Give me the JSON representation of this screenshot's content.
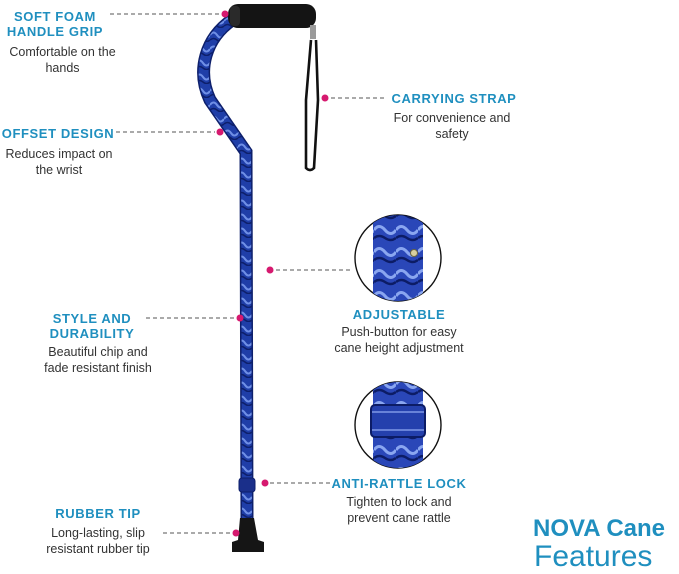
{
  "colors": {
    "accent": "#1f8fbf",
    "callout_dot": "#d6196f",
    "cane_blue": "#1f3ea8",
    "text": "#333333"
  },
  "features": [
    {
      "title_lines": [
        "SOFT FOAM",
        "HANDLE GRIP"
      ],
      "desc_lines": [
        "Comfortable on the",
        "hands"
      ]
    },
    {
      "title_lines": [
        "OFFSET DESIGN"
      ],
      "desc_lines": [
        "Reduces impact on",
        "the wrist"
      ]
    },
    {
      "title_lines": [
        "STYLE AND",
        "DURABILITY"
      ],
      "desc_lines": [
        "Beautiful chip and",
        "fade resistant finish"
      ]
    },
    {
      "title_lines": [
        "RUBBER TIP"
      ],
      "desc_lines": [
        "Long-lasting, slip",
        "resistant rubber tip"
      ]
    },
    {
      "title_lines": [
        "CARRYING STRAP"
      ],
      "desc_lines": [
        "For convenience and",
        "safety"
      ]
    },
    {
      "title_lines": [
        "ADJUSTABLE"
      ],
      "desc_lines": [
        "Push-button for easy",
        "cane height adjustment"
      ]
    },
    {
      "title_lines": [
        "ANTI-RATTLE LOCK"
      ],
      "desc_lines": [
        "Tighten to lock and",
        "prevent cane rattle"
      ]
    }
  ],
  "brand": {
    "line1": "NOVA Cane",
    "line2": "Features"
  },
  "icons": {
    "callout_dot": "dot-icon",
    "zoom_adjustable": "cane-button-zoom-icon",
    "zoom_lock": "cane-lock-zoom-icon"
  }
}
